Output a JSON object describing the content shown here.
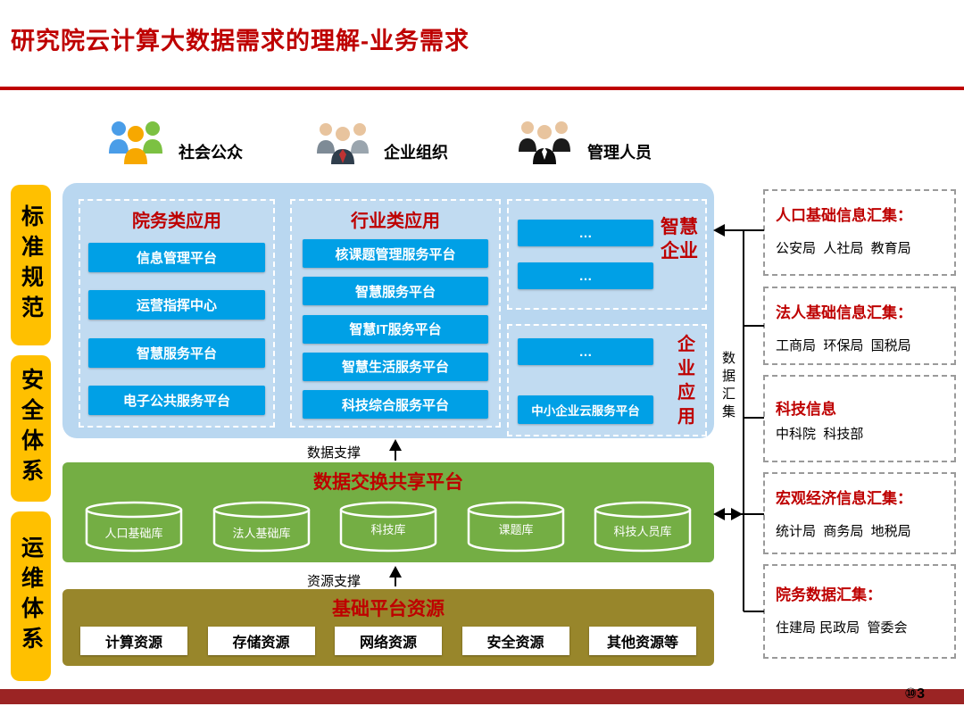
{
  "page": {
    "title": "研究院云计算大数据需求的理解-业务需求",
    "page_number": "⑩3"
  },
  "actors": [
    {
      "label": "社会公众",
      "icon": "public-people-icon"
    },
    {
      "label": "企业组织",
      "icon": "business-people-icon"
    },
    {
      "label": "管理人员",
      "icon": "managers-icon"
    }
  ],
  "left_pillars": [
    {
      "label": "标准规范"
    },
    {
      "label": "安全体系"
    },
    {
      "label": "运维体系"
    }
  ],
  "app_layer": {
    "groups": [
      {
        "title": "院务类应用",
        "items": [
          "信息管理平台",
          "运营指挥中心",
          "智慧服务平台",
          "电子公共服务平台"
        ]
      },
      {
        "title": "行业类应用",
        "items": [
          "核课题管理服务平台",
          "智慧服务平台",
          "智慧IT服务平台",
          "智慧生活服务平台",
          "科技综合服务平台"
        ]
      }
    ],
    "right_groups": [
      {
        "side_label": "智慧企业",
        "items": [
          "…",
          "…"
        ]
      },
      {
        "side_label": "企业应用",
        "items": [
          "…",
          "中小企业云服务平台"
        ]
      }
    ]
  },
  "supports": {
    "data_support": "数据支撑",
    "resource_support": "资源支撑",
    "data_collection": "数据汇集"
  },
  "data_platform": {
    "title": "数据交换共享平台",
    "databases": [
      "人口基础库",
      "法人基础库",
      "科技库",
      "课题库",
      "科技人员库"
    ]
  },
  "infra_platform": {
    "title": "基础平台资源",
    "items": [
      "计算资源",
      "存储资源",
      "网络资源",
      "安全资源",
      "其他资源等"
    ]
  },
  "right_sources": [
    {
      "title": "人口基础信息汇集：",
      "orgs": "公安局  人社局  教育局"
    },
    {
      "title": "法人基础信息汇集：",
      "orgs": "工商局  环保局  国税局"
    },
    {
      "title": "科技信息",
      "orgs": "中科院  科技部"
    },
    {
      "title": "宏观经济信息汇集：",
      "orgs": "统计局  商务局  地税局"
    },
    {
      "title": "院务数据汇集：",
      "orgs": "住建局 民政局  管委会"
    }
  ],
  "colors": {
    "accent_red": "#BE0000",
    "pillar_yellow": "#FFC000",
    "module_blue": "#00A0E6",
    "layer_lightblue": "#B9D7F0",
    "platform_green": "#74AE44",
    "infra_olive": "#98862B"
  }
}
